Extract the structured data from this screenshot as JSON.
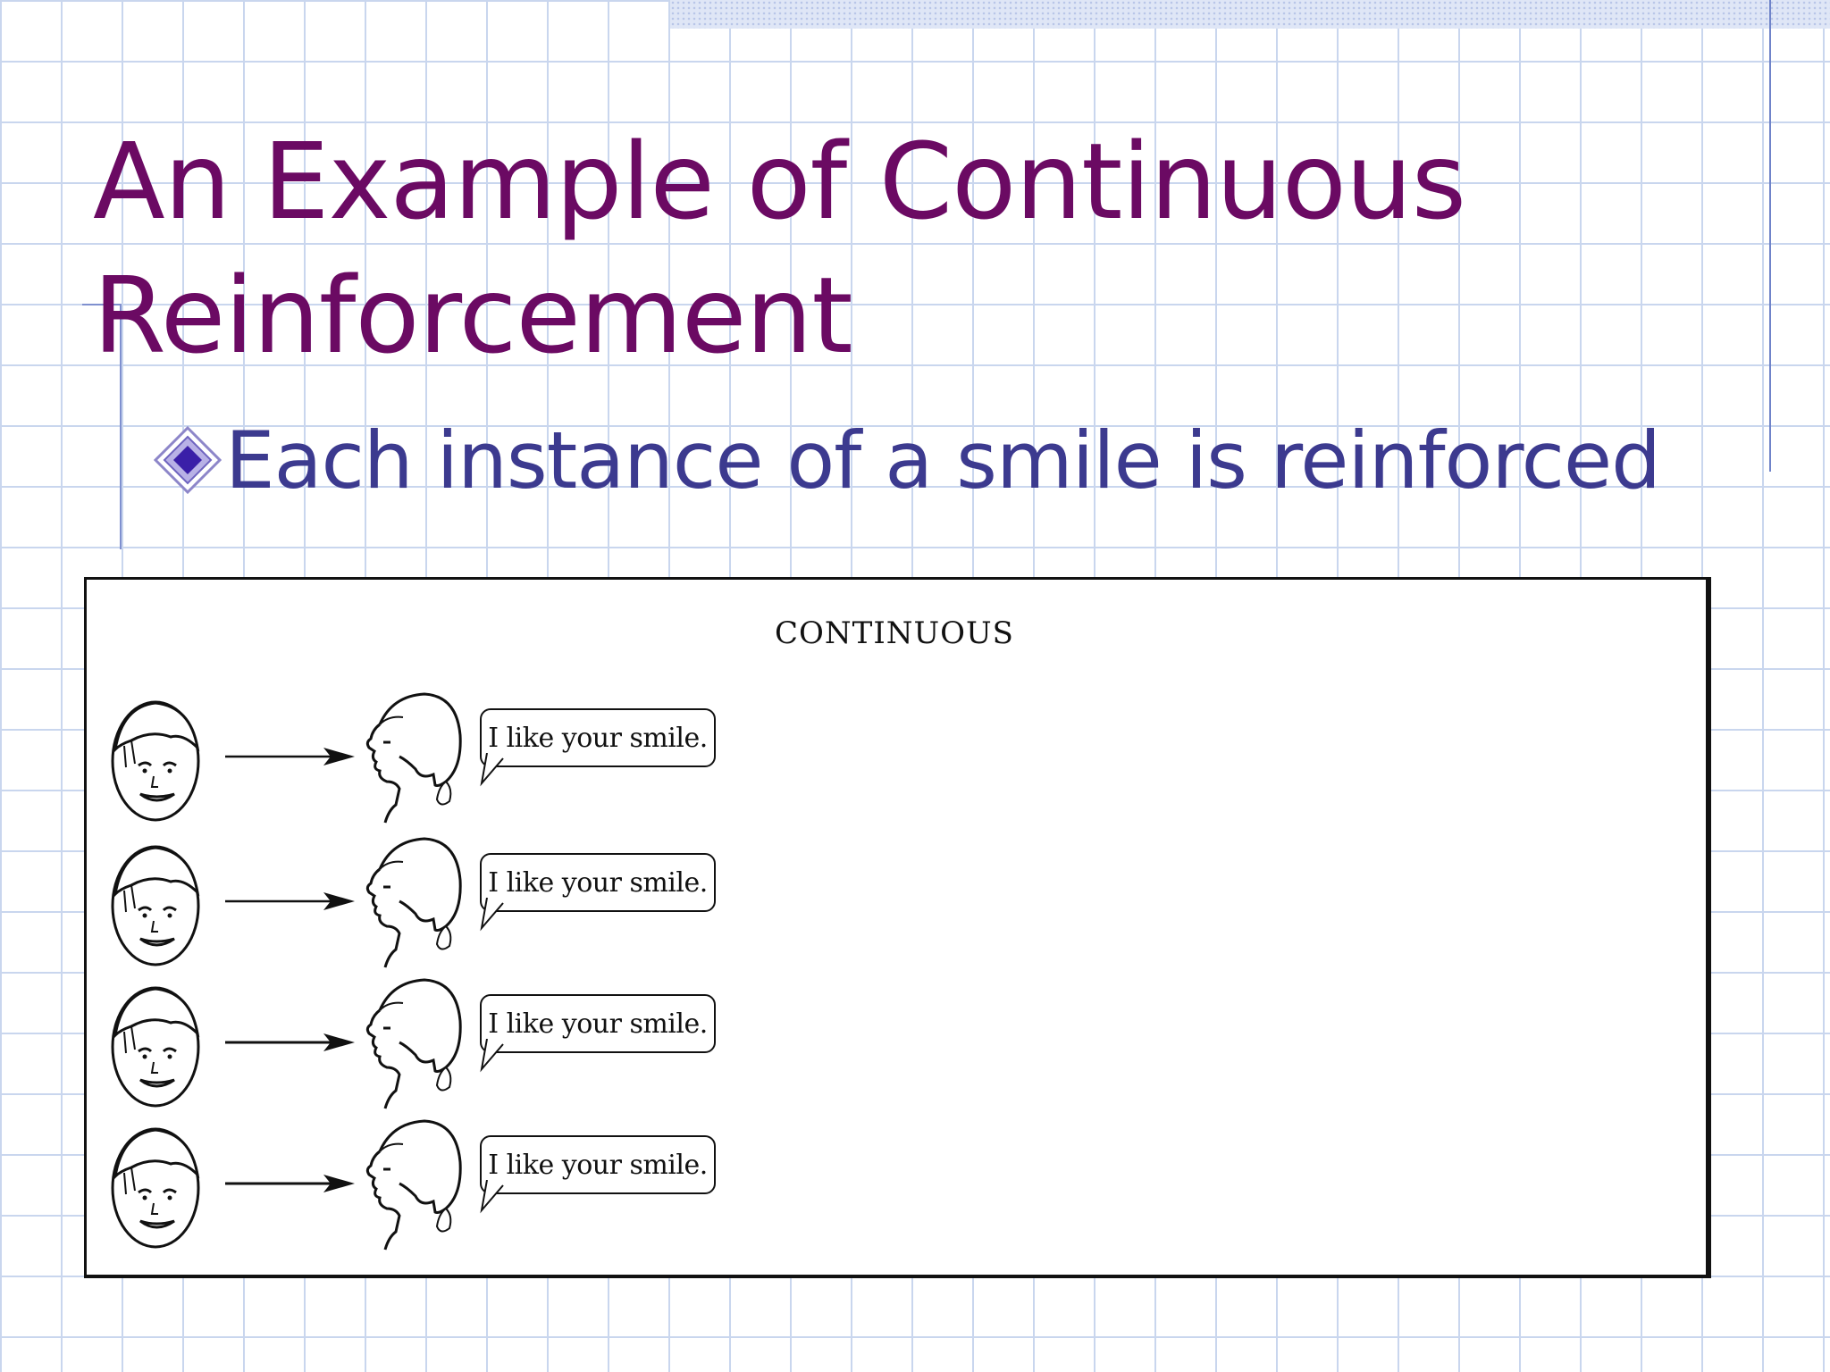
{
  "slide": {
    "title": "An Example of Continuous Reinforcement",
    "bullet": "Each instance of a smile is reinforced"
  },
  "figure": {
    "heading": "CONTINUOUS",
    "rows": [
      {
        "speech": "I like your smile."
      },
      {
        "speech": "I like your smile."
      },
      {
        "speech": "I like your smile."
      },
      {
        "speech": "I like your smile."
      }
    ]
  },
  "colors": {
    "title": "#6b0a63",
    "bullet_text": "#3c3a8f",
    "grid": "#c9d6ee",
    "bullet_icon": "#3a1fa8"
  },
  "icons": {
    "bullet": "diamond-bullet-icon"
  }
}
